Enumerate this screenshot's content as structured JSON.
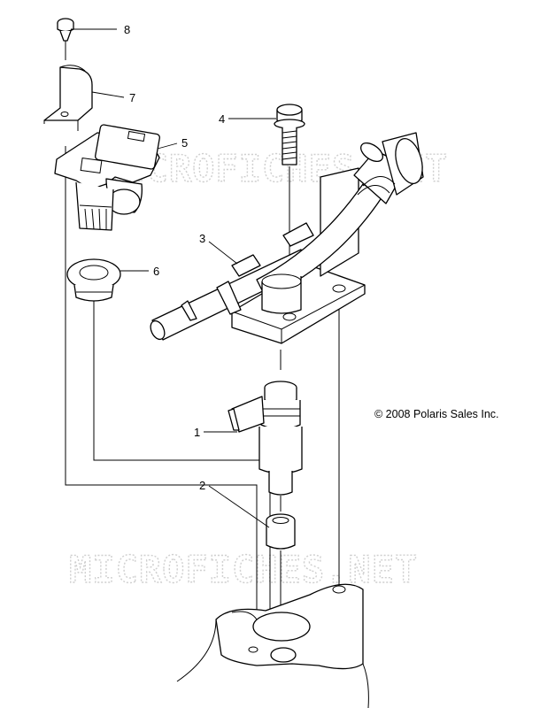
{
  "watermarks": [
    "MICROFICHES.NET",
    "MICROFICHES.NET"
  ],
  "copyright": "© 2008 Polaris Sales Inc.",
  "callouts": [
    {
      "number": "1",
      "part": "fuel-injector"
    },
    {
      "number": "2",
      "part": "spacer"
    },
    {
      "number": "3",
      "part": "fuel-rail"
    },
    {
      "number": "4",
      "part": "bolt"
    },
    {
      "number": "5",
      "part": "sensor"
    },
    {
      "number": "6",
      "part": "grommet"
    },
    {
      "number": "7",
      "part": "bracket"
    },
    {
      "number": "8",
      "part": "screw"
    }
  ]
}
